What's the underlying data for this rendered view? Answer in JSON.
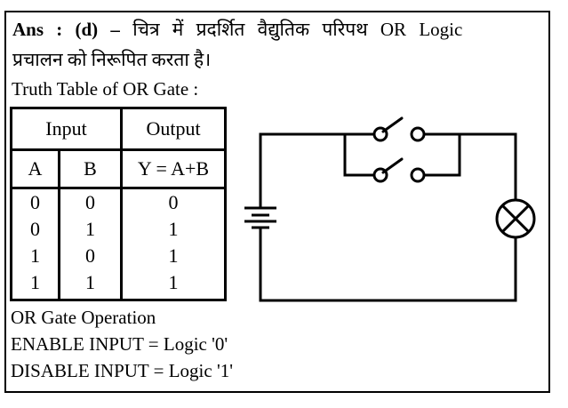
{
  "answer": {
    "label_bold": "Ans : (d) –",
    "line1_text": "चित्र में प्रदर्शित वैद्युतिक परिपथ OR Logic",
    "line2_text": "प्रचालन को निरूपित करता है।"
  },
  "truth_table": {
    "title": "Truth Table of OR Gate :",
    "headers": {
      "input": "Input",
      "output": "Output",
      "col_a": "A",
      "col_b": "B",
      "col_y": "Y = A+B"
    },
    "rows": [
      [
        "0",
        "0",
        "0"
      ],
      [
        "0",
        "1",
        "1"
      ],
      [
        "1",
        "0",
        "1"
      ],
      [
        "1",
        "1",
        "1"
      ]
    ]
  },
  "circuit": {
    "components": [
      "battery",
      "open-switch-a",
      "open-switch-b",
      "lamp"
    ],
    "line_color": "#000000"
  },
  "notes": {
    "operation": "OR Gate Operation",
    "enable": "ENABLE INPUT = Logic '0'",
    "disable": "DISABLE INPUT = Logic '1'"
  }
}
